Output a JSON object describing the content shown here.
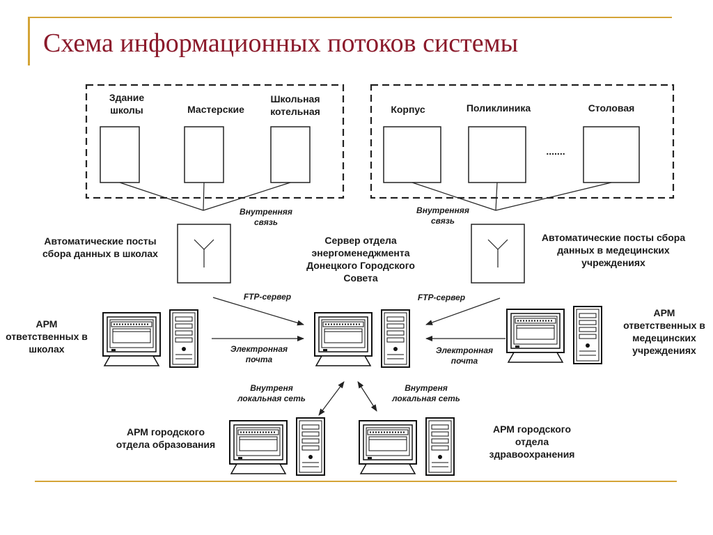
{
  "title": "Схема информационных потоков системы",
  "groups": {
    "school": {
      "buildings": [
        "Здание школы",
        "Мастерские",
        "Школьная котельная"
      ]
    },
    "medical": {
      "buildings": [
        "Корпус",
        "Поликлиника",
        "Столовая"
      ],
      "ellipsis": "......."
    }
  },
  "labels": {
    "internal_link_left": "Внутренняя связь",
    "internal_link_right": "Внутренняя связь",
    "auto_posts_schools": "Автоматические посты сбора данных в школах",
    "server": "Сервер отдела энергоменеджмента Донецкого Городского Совета",
    "auto_posts_medical": "Автоматические посты сбора данных в медецинских учреждениях",
    "ftp_left": "FTP-сервер",
    "ftp_right": "FTP-сервер",
    "email_left": "Электронная почта",
    "email_right": "Электронная почта",
    "arm_schools": "АРМ ответственных в школах",
    "arm_medical": "АРМ ответственных в медецинских учреждениях",
    "lan_left": "Внутреня локальная сеть",
    "lan_right": "Внутреня локальная сеть",
    "arm_education": "АРМ городского отдела образования",
    "arm_health": "АРМ городского отдела здравоохранения"
  }
}
